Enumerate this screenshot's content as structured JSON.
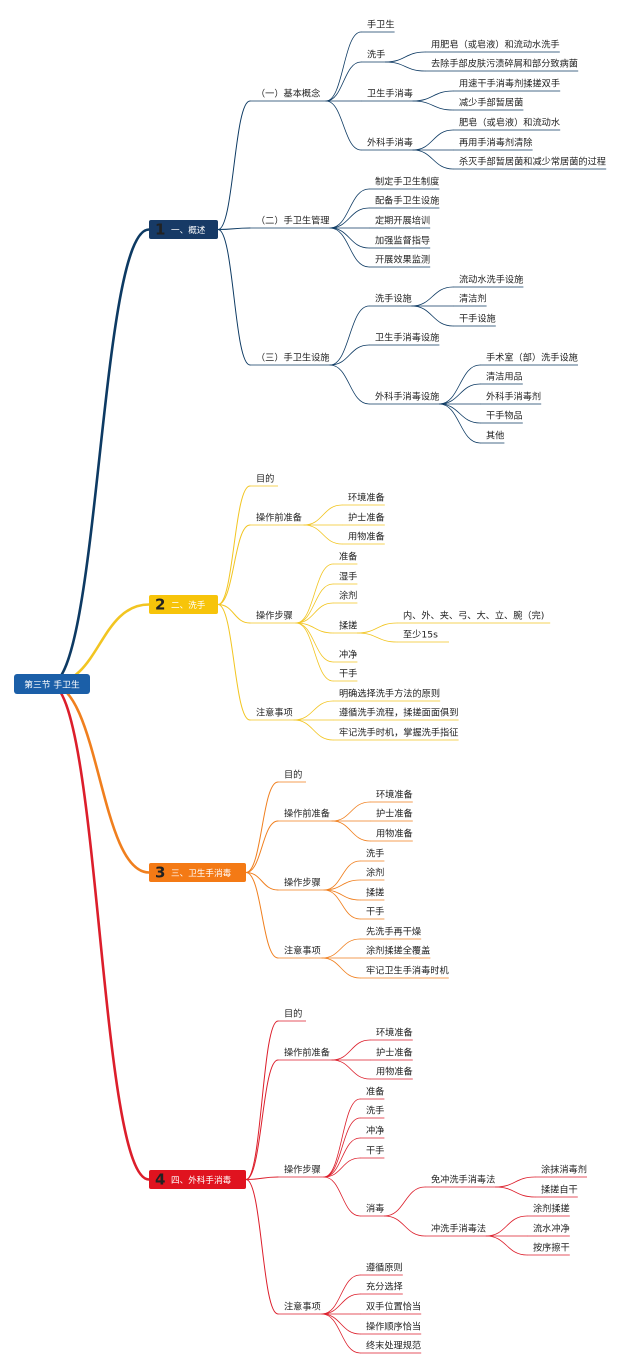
{
  "root": {
    "label": "第三节 手卫生",
    "color": "#1b5fa8"
  },
  "categories": [
    {
      "num": "1",
      "label": "一、概述",
      "fill": "#173a66",
      "line": "#0d3a63",
      "num_color": "#e0202a",
      "children": [
        {
          "label": "（一）基本概念",
          "children": [
            {
              "label": "手卫生",
              "children": []
            },
            {
              "label": "洗手",
              "children": [
                {
                  "label": "用肥皂（或皂液）和流动水洗手"
                },
                {
                  "label": "去除手部皮肤污渍碎屑和部分致病菌"
                }
              ]
            },
            {
              "label": "卫生手消毒",
              "children": [
                {
                  "label": "用速干手消毒剂揉搓双手"
                },
                {
                  "label": "减少手部暂居菌"
                }
              ]
            },
            {
              "label": "外科手消毒",
              "children": [
                {
                  "label": "肥皂（或皂液）和流动水"
                },
                {
                  "label": "再用手消毒剂清除"
                },
                {
                  "label": "杀灭手部暂居菌和减少常居菌的过程"
                }
              ]
            }
          ]
        },
        {
          "label": "（二）手卫生管理",
          "children": [
            {
              "label": "制定手卫生制度",
              "children": []
            },
            {
              "label": "配备手卫生设施",
              "children": []
            },
            {
              "label": "定期开展培训",
              "children": []
            },
            {
              "label": "加强监督指导",
              "children": []
            },
            {
              "label": "开展效果监测",
              "children": []
            }
          ]
        },
        {
          "label": "（三）手卫生设施",
          "children": [
            {
              "label": "洗手设施",
              "children": [
                {
                  "label": "流动水洗手设施"
                },
                {
                  "label": "清洁剂"
                },
                {
                  "label": "干手设施"
                }
              ]
            },
            {
              "label": "卫生手消毒设施",
              "children": []
            },
            {
              "label": "外科手消毒设施",
              "children": [
                {
                  "label": "手术室（部）洗手设施"
                },
                {
                  "label": "清洁用品"
                },
                {
                  "label": "外科手消毒剂"
                },
                {
                  "label": "干手物品"
                },
                {
                  "label": "其他"
                }
              ]
            }
          ]
        }
      ]
    },
    {
      "num": "2",
      "label": "二、洗手",
      "fill": "#f7c40a",
      "line": "#f2c521",
      "num_color": "#f2a20f",
      "children": [
        {
          "label": "目的",
          "children": []
        },
        {
          "label": "操作前准备",
          "children": [
            {
              "label": "环境准备",
              "children": []
            },
            {
              "label": "护士准备",
              "children": []
            },
            {
              "label": "用物准备",
              "children": []
            }
          ]
        },
        {
          "label": "操作步骤",
          "children": [
            {
              "label": "准备",
              "children": []
            },
            {
              "label": "湿手",
              "children": []
            },
            {
              "label": "涂剂",
              "children": []
            },
            {
              "label": "揉搓",
              "children": [
                {
                  "label": "内、外、夹、弓、大、立、腕（完)"
                },
                {
                  "label": "至少15s"
                }
              ]
            },
            {
              "label": "冲净",
              "children": []
            },
            {
              "label": "干手",
              "children": []
            }
          ]
        },
        {
          "label": "注意事项",
          "children": [
            {
              "label": "明确选择洗手方法的原则",
              "children": []
            },
            {
              "label": "遵循洗手流程，揉搓面面俱到",
              "children": []
            },
            {
              "label": "牢记洗手时机，掌握洗手指征",
              "children": []
            }
          ]
        }
      ]
    },
    {
      "num": "3",
      "label": "三、卫生手消毒",
      "fill": "#f47a15",
      "line": "#f07f1e",
      "num_color": "#2e6bb8",
      "children": [
        {
          "label": "目的",
          "children": []
        },
        {
          "label": "操作前准备",
          "children": [
            {
              "label": "环境准备",
              "children": []
            },
            {
              "label": "护士准备",
              "children": []
            },
            {
              "label": "用物准备",
              "children": []
            }
          ]
        },
        {
          "label": "操作步骤",
          "children": [
            {
              "label": "洗手",
              "children": []
            },
            {
              "label": "涂剂",
              "children": []
            },
            {
              "label": "揉搓",
              "children": []
            },
            {
              "label": "干手",
              "children": []
            }
          ]
        },
        {
          "label": "注意事项",
          "children": [
            {
              "label": "先洗手再干燥",
              "children": []
            },
            {
              "label": "涂剂揉搓全覆盖",
              "children": []
            },
            {
              "label": "牢记卫生手消毒时机",
              "children": []
            }
          ]
        }
      ]
    },
    {
      "num": "4",
      "label": "四、外科手消毒",
      "fill": "#e0131f",
      "line": "#dc1e2b",
      "num_color": "#3a9b35",
      "children": [
        {
          "label": "目的",
          "children": []
        },
        {
          "label": "操作前准备",
          "children": [
            {
              "label": "环境准备",
              "children": []
            },
            {
              "label": "护士准备",
              "children": []
            },
            {
              "label": "用物准备",
              "children": []
            }
          ]
        },
        {
          "label": "操作步骤",
          "children": [
            {
              "label": "准备",
              "children": []
            },
            {
              "label": "洗手",
              "children": []
            },
            {
              "label": "冲净",
              "children": []
            },
            {
              "label": "干手",
              "children": []
            },
            {
              "label": "消毒",
              "children": [
                {
                  "label": "免冲洗手消毒法",
                  "children": [
                    {
                      "label": "涂抹消毒剂"
                    },
                    {
                      "label": "揉搓自干"
                    }
                  ]
                },
                {
                  "label": "冲洗手消毒法",
                  "children": [
                    {
                      "label": "涂剂揉搓"
                    },
                    {
                      "label": "流水冲净"
                    },
                    {
                      "label": "按序擦干"
                    }
                  ]
                }
              ]
            }
          ]
        },
        {
          "label": "注意事项",
          "children": [
            {
              "label": "遵循原则",
              "children": []
            },
            {
              "label": "充分选择",
              "children": []
            },
            {
              "label": "双手位置恰当",
              "children": []
            },
            {
              "label": "操作顺序恰当",
              "children": []
            },
            {
              "label": "终末处理规范",
              "children": []
            }
          ]
        }
      ]
    }
  ]
}
